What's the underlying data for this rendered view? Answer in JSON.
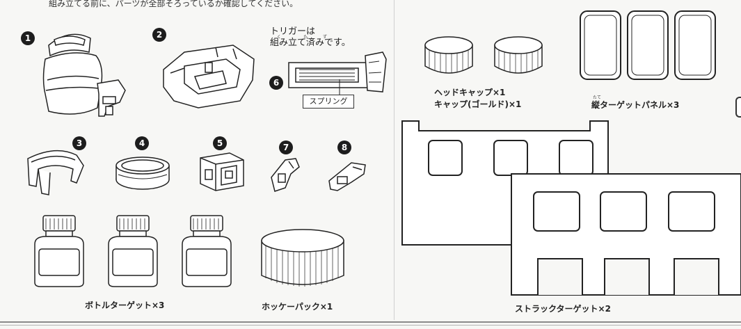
{
  "header": {
    "instruction": "組み立てる前に、パーツが全部そろっているか確認してください。"
  },
  "parts": {
    "numbers": [
      "1",
      "2",
      "3",
      "4",
      "5",
      "6",
      "7",
      "8"
    ],
    "trigger_note_line1": "トリガーは",
    "trigger_note_line2": "組み立て済みです。",
    "trigger_ruby": [
      "く",
      "た",
      "ず"
    ],
    "spring_label": "スプリング"
  },
  "captions": {
    "head_cap": "ヘッドキャップ×1",
    "gold_cap": "キャップ(ゴールド)×1",
    "vertical_panel": "縦ターゲットパネル×3",
    "vertical_ruby": "たて",
    "bottle_target": "ボトルターゲット×3",
    "hockey_puck": "ホッケーパック×1",
    "struck_target": "ストラックターゲット×2"
  }
}
